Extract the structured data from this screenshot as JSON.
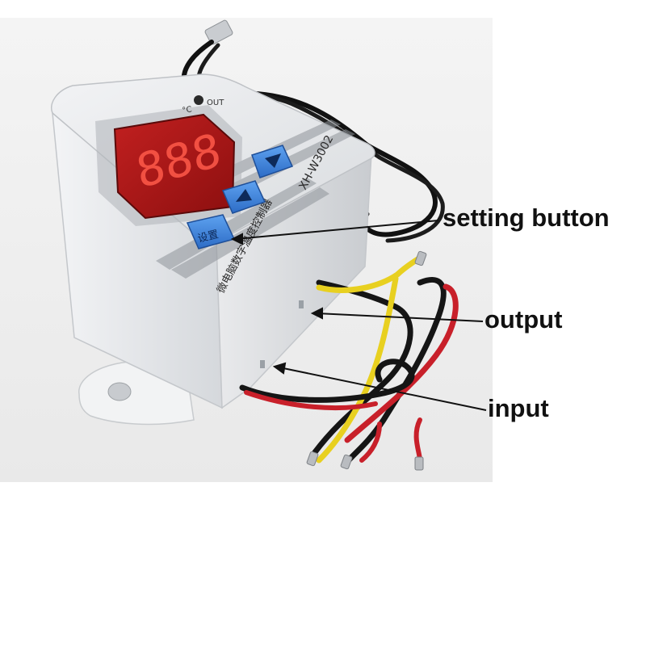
{
  "photo": {
    "model_label": "XH-W3002",
    "chinese_label": "微电脑数字温度控制器",
    "button_label_set": "设置",
    "indicator_unit": "°C",
    "indicator_out": "OUT",
    "display_digits": "888"
  },
  "callouts": {
    "setting": "setting button",
    "output": "output",
    "input": "input"
  },
  "colors": {
    "housing": "#e6e8ea",
    "display": "#b01818",
    "button": "#3a7fd9",
    "wire_red": "#c8202a",
    "wire_yellow": "#e8d020",
    "wire_black": "#151515"
  }
}
